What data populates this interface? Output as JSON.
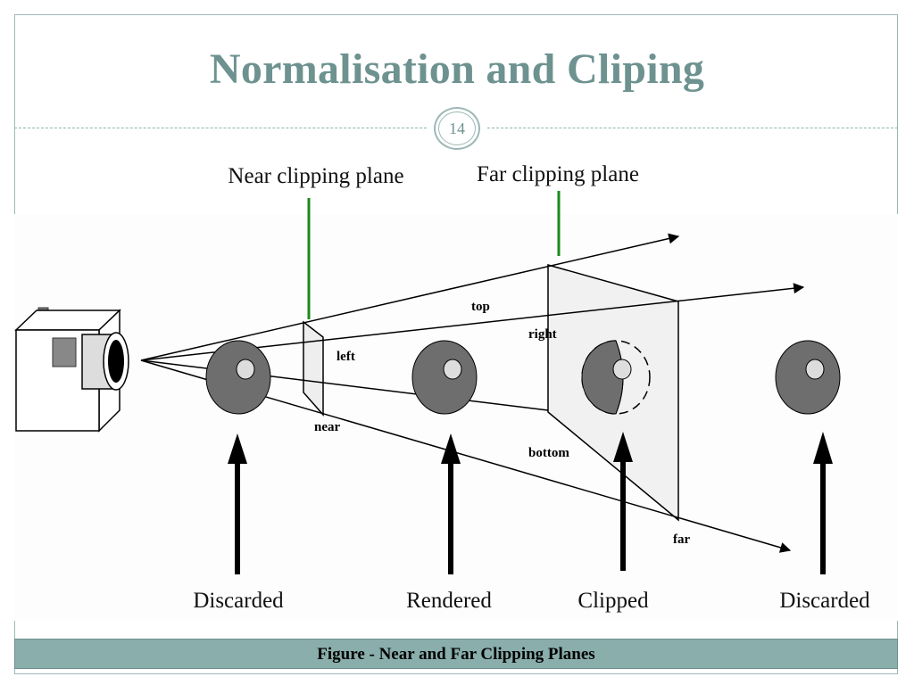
{
  "slide": {
    "title": "Normalisation and Cliping",
    "page_number": "14"
  },
  "diagram": {
    "header_labels": {
      "near_plane": "Near clipping plane",
      "far_plane": "Far clipping plane"
    },
    "frustum_labels": {
      "top": "top",
      "left": "left",
      "right": "right",
      "near": "near",
      "bottom": "bottom",
      "far": "far"
    },
    "object_labels": [
      "Discarded",
      "Rendered",
      "Clipped",
      "Discarded"
    ]
  },
  "caption": "Figure - Near and Far Clipping Planes",
  "colors": {
    "accent": "#6d9290",
    "caption_bar": "#89aeab",
    "plane_marker": "#1a8a1a",
    "object_fill": "#6e6e6e"
  }
}
